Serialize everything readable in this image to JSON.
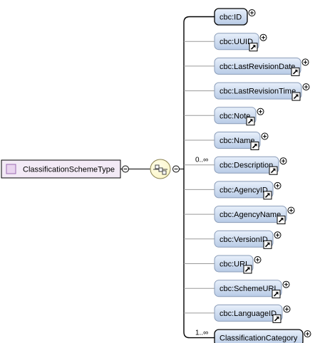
{
  "root": {
    "label": "ClassificationSchemeType",
    "colors": {
      "fill": "#f3eaf6",
      "border": "#000000",
      "icon_fill": "#e9d4ef",
      "icon_border": "#9b6bb3"
    }
  },
  "compositor": {
    "icon": "sequence-compositor-icon",
    "colors": {
      "fill": "#fbf6c8",
      "border": "#8a8250"
    }
  },
  "elements": [
    {
      "label": "cbc:ID",
      "cardinality": "",
      "ref": false,
      "required": true
    },
    {
      "label": "cbc:UUID",
      "cardinality": "",
      "ref": true,
      "required": false
    },
    {
      "label": "cbc:LastRevisionDate",
      "cardinality": "",
      "ref": true,
      "required": false
    },
    {
      "label": "cbc:LastRevisionTime",
      "cardinality": "",
      "ref": true,
      "required": false
    },
    {
      "label": "cbc:Note",
      "cardinality": "",
      "ref": true,
      "required": false
    },
    {
      "label": "cbc:Name",
      "cardinality": "",
      "ref": true,
      "required": false
    },
    {
      "label": "cbc:Description",
      "cardinality": "0..∞",
      "ref": true,
      "required": false
    },
    {
      "label": "cbc:AgencyID",
      "cardinality": "",
      "ref": true,
      "required": false
    },
    {
      "label": "cbc:AgencyName",
      "cardinality": "",
      "ref": true,
      "required": false
    },
    {
      "label": "cbc:VersionID",
      "cardinality": "",
      "ref": true,
      "required": false
    },
    {
      "label": "cbc:URI",
      "cardinality": "",
      "ref": true,
      "required": false
    },
    {
      "label": "cbc:SchemeURI",
      "cardinality": "",
      "ref": true,
      "required": false
    },
    {
      "label": "cbc:LanguageID",
      "cardinality": "",
      "ref": true,
      "required": false
    },
    {
      "label": "ClassificationCategory",
      "cardinality": "1..∞",
      "ref": false,
      "required": true
    }
  ],
  "colors": {
    "element_fill_top": "#e8f0fb",
    "element_fill_bottom": "#b8cbe6",
    "element_border": "#8a9cb8",
    "required_border": "#000000",
    "line": "#9a9a9a",
    "line_required": "#000000",
    "ref_arrow_bg": "#ffffff"
  }
}
